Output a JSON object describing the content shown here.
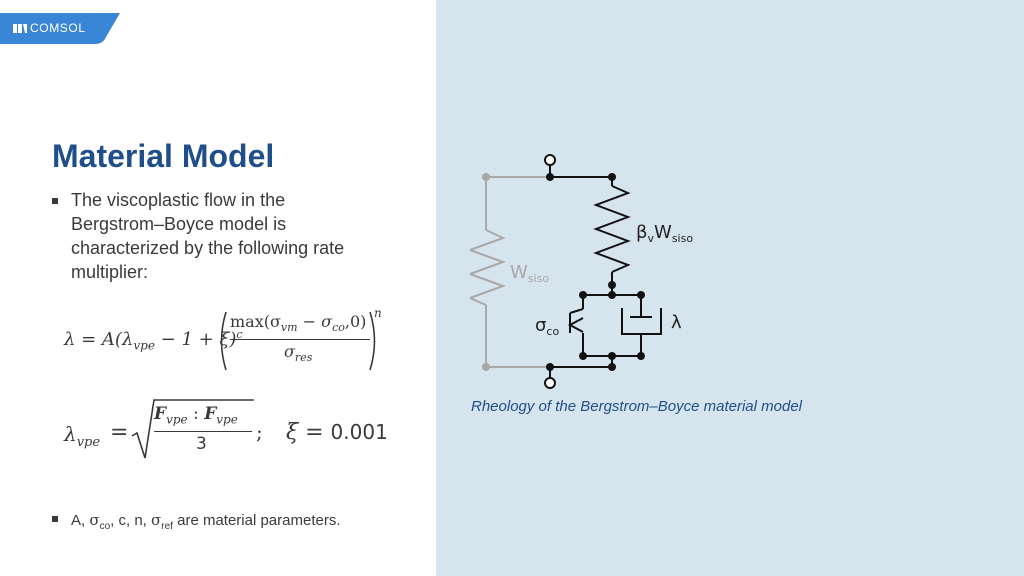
{
  "brand": {
    "logo_text": "COMSOL",
    "accent": "#1f4e8a",
    "tab_color": "#3a86d6",
    "panel_bg": "#d6e4ee"
  },
  "slide": {
    "title": "Material Model",
    "bullet1": "The viscoplastic flow in the Bergstrom–Boyce model is characterized by the following rate multiplier:",
    "bullet2_prefix": "A, ",
    "bullet2_sigma_co": "σ",
    "bullet2_sub_co": "co",
    "bullet2_mid": ", c, n, ",
    "bullet2_sigma_ref": "σ",
    "bullet2_sub_ref": "ref",
    "bullet2_suffix": " are material parameters."
  },
  "formula1": {
    "lhs": "λ = A(λ",
    "lhs_sub": "vpe",
    "mid": " − 1 + ξ)",
    "exp_c": "c",
    "num_max": "max(σ",
    "num_vm": "vm",
    "num_minus": " − σ",
    "num_co": "co",
    "num_end": ",0)",
    "den": "σ",
    "den_sub": "res",
    "exp_n": "n"
  },
  "formula2": {
    "lhs": "λ",
    "lhs_sub": "vpe",
    "eq": "=",
    "num_F1": "F",
    "num_sub1": "vpe",
    "num_colon": " : ",
    "num_F2": "F",
    "num_sub2": "vpe",
    "den": "3",
    "semicolon": ";",
    "xi": "ξ = ",
    "xi_val": "0.001"
  },
  "diagram": {
    "label_beta": "β",
    "label_beta_sub": "v",
    "label_w": "W",
    "label_w_sub": "siso",
    "label_wsiso": "W",
    "label_wsiso_sub": "siso",
    "label_sigma": "σ",
    "label_sigma_sub": "co",
    "label_lambda": "λ"
  },
  "caption": "Rheology of the Bergstrom–Boyce material model"
}
